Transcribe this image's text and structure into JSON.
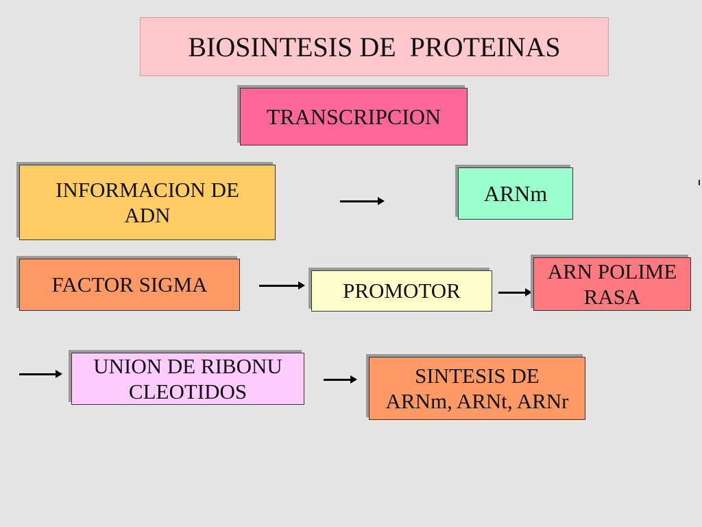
{
  "title": "BIOSINTESIS DE  PROTEINAS",
  "nodes": {
    "transcripcion": "TRANSCRIPCION",
    "informacion_adn_line1": "INFORMACION DE",
    "informacion_adn_line2": "ADN",
    "arnm": "ARNm",
    "factor_sigma": "FACTOR SIGMA",
    "promotor": "PROMOTOR",
    "arn_polimerasa_line1": "ARN POLIME",
    "arn_polimerasa_line2": "RASA",
    "union_ribonucleotidos_line1": "UNION DE RIBONU",
    "union_ribonucleotidos_line2": "CLEOTIDOS",
    "sintesis_line1": "SINTESIS DE",
    "sintesis_line2": "ARNm, ARNt, ARNr"
  },
  "colors": {
    "background": "#e5e5e5",
    "title_fill": "#ffc8cc",
    "transcripcion_fill": "#ff6699",
    "informacion_adn_fill": "#ffcc66",
    "arnm_fill": "#99ffcc",
    "factor_sigma_fill": "#ff9966",
    "promotor_fill": "#ffffcc",
    "arn_polimerasa_fill": "#ff7a80",
    "union_ribonucleotidos_fill": "#ffccff",
    "sintesis_fill": "#ff9966"
  }
}
